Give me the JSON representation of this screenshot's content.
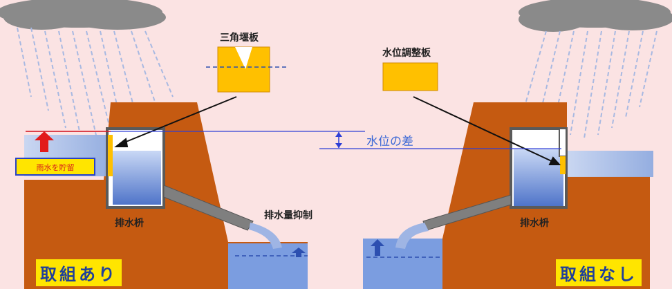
{
  "labels": {
    "triangular_weir": "三角堰板",
    "level_adjust_plate": "水位調整板",
    "water_level_difference": "水位の差",
    "rainwater_storage": "雨水を貯留",
    "catch_basin_left": "排水枡",
    "catch_basin_right": "排水枡",
    "discharge_control": "排水量抑制",
    "with_measure": "取組あり",
    "without_measure": "取組なし"
  },
  "colors": {
    "background": "#fbe3e3",
    "ground": "#c55a11",
    "water": "#6f93d8",
    "plate": "#ffc000",
    "highlight": "#ffe500",
    "arrow_up": "#e21b1b",
    "pipe": "#7f7f7f"
  }
}
